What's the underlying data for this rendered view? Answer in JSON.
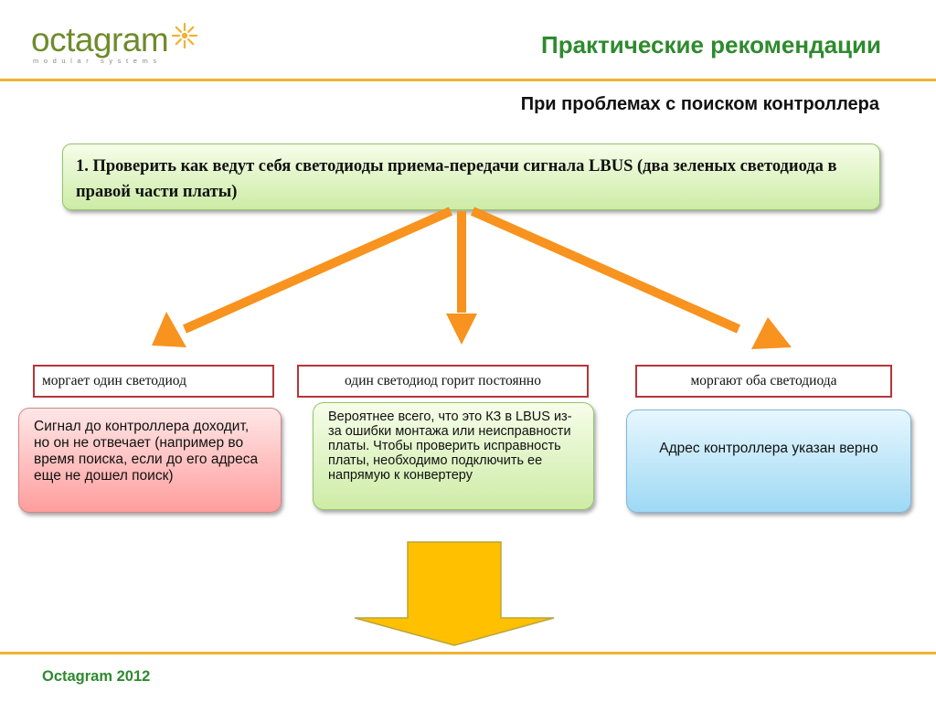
{
  "header": {
    "logo_word": "octagram",
    "logo_sub": "modular systems",
    "title": "Практические рекомендации"
  },
  "subtitle": "При проблемах с поиском контроллера",
  "step": {
    "text": "1. Проверить как ведут себя светодиоды приема-передачи сигнала LBUS (два зеленых светодиода в правой части платы)"
  },
  "branches": [
    {
      "label": "моргает один светодиод",
      "text": "Сигнал до контроллера доходит,  но он не отвечает (например во время поиска, если до его адреса еще не дошел поиск)"
    },
    {
      "label": "один светодиод  горит постоянно",
      "text": "Вероятнее всего, что это КЗ в LBUS из-за ошибки монтажа или неисправности платы. Чтобы проверить исправность платы, необходимо подключить ее напрямую к конвертеру"
    },
    {
      "label": "моргают оба светодиода",
      "text": "Адрес контроллера указан верно"
    }
  ],
  "footer": {
    "text": "Octagram  2012"
  },
  "colors": {
    "accent_green": "#2e8a2e",
    "orange_arrow": "#f7931e",
    "yellow_arrow": "#ffc000",
    "divider": "#f0b232"
  }
}
